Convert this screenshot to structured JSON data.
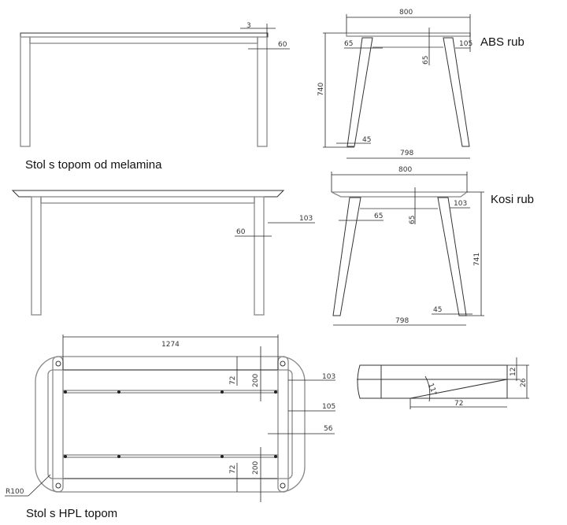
{
  "labels": {
    "melamine_table": "Stol s topom od melamina",
    "abs_edge": "ABS rub",
    "bevel_edge": "Kosi rub",
    "hpl_table": "Stol s HPL topom"
  },
  "melamine_view": {
    "overhang": "3",
    "leg_width": "60"
  },
  "hpl_side_view": {
    "top_offset": "103",
    "leg_width": "60"
  },
  "abs_view": {
    "width": "800",
    "height": "740",
    "foot_span": "798",
    "leg_top": "65",
    "edge_offset": "105",
    "rail_height": "65",
    "leg_foot": "45"
  },
  "bevel_view": {
    "width": "800",
    "height": "741",
    "foot_span": "798",
    "leg_top": "65",
    "edge_offset": "103",
    "rail_height": "65",
    "leg_foot": "45"
  },
  "plan_view": {
    "length": "1274",
    "rail_offset_top": "72",
    "rail_span_top": "200",
    "rail_offset_bottom": "72",
    "rail_span_bottom": "200",
    "offset_103": "103",
    "offset_105": "105",
    "offset_56": "56",
    "radius": "R100"
  },
  "edge_detail": {
    "thickness": "12",
    "total": "26",
    "angle": "11°",
    "bevel_length": "72"
  }
}
